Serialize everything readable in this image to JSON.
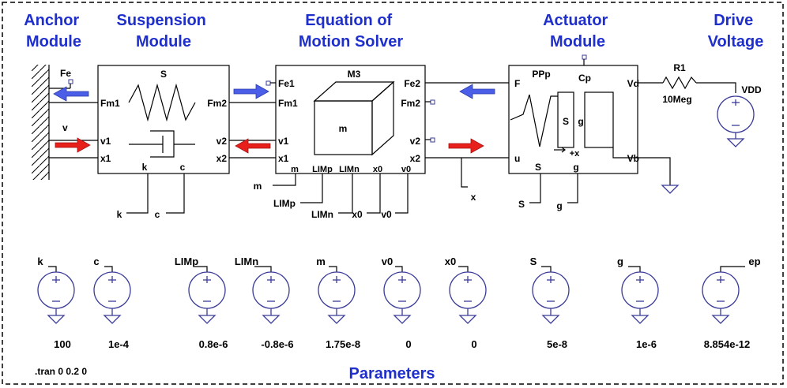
{
  "sections": {
    "anchor": [
      "Anchor",
      "Module"
    ],
    "suspension": [
      "Suspension",
      "Module"
    ],
    "eom": [
      "Equation of",
      "Motion Solver"
    ],
    "actuator": [
      "Actuator",
      "Module"
    ],
    "drive": [
      "Drive",
      "Voltage"
    ],
    "parameters": "Parameters"
  },
  "anchor": {
    "fe": "Fe",
    "v": "v"
  },
  "suspension": {
    "name": "S",
    "ports": {
      "fm1": "Fm1",
      "fm2": "Fm2",
      "v1": "v1",
      "v2": "v2",
      "x1": "x1",
      "x2": "x2",
      "k": "k",
      "c": "c"
    },
    "net_k": "k",
    "net_c": "c"
  },
  "solver": {
    "name": "M3",
    "mass": "m",
    "ports": {
      "fe1": "Fe1",
      "fm1": "Fm1",
      "v1": "v1",
      "x1": "x1",
      "fe2": "Fe2",
      "fm2": "Fm2",
      "v2": "v2",
      "x2": "x2",
      "m": "m",
      "limp": "LIMp",
      "limn": "LIMn",
      "x0": "x0",
      "v0": "v0"
    },
    "nets": {
      "m": "m",
      "limp": "LIMp",
      "limn": "LIMn",
      "x0": "x0",
      "v0": "v0",
      "x": "x"
    }
  },
  "actuator": {
    "name": "PPp",
    "ports": {
      "f": "F",
      "u": "u",
      "cp": "Cp",
      "vd": "Vd",
      "vb": "Vb",
      "s": "S",
      "g": "g",
      "s_inner": "S",
      "g_inner": "g",
      "plus_x": "+x"
    },
    "net_s": "S",
    "net_g": "g"
  },
  "drive": {
    "resistor": "R1",
    "resistor_value": "10Meg",
    "source": "VDD"
  },
  "parameters": [
    {
      "name": "k",
      "value": "100"
    },
    {
      "name": "c",
      "value": "1e-4"
    },
    {
      "name": "LIMp",
      "value": "0.8e-6"
    },
    {
      "name": "LIMn",
      "value": "-0.8e-6"
    },
    {
      "name": "m",
      "value": "1.75e-8"
    },
    {
      "name": "v0",
      "value": "0"
    },
    {
      "name": "x0",
      "value": "0"
    },
    {
      "name": "S",
      "value": "5e-8"
    },
    {
      "name": "g",
      "value": "1e-6"
    },
    {
      "name": "ep",
      "value": "8.854e-12"
    }
  ],
  "directive": ".tran 0 0.2 0",
  "colors": {
    "section_title": "#1f2fcc",
    "force_arrow": "#4b5ee8",
    "motion_arrow": "#e8201c",
    "wire": "#000000",
    "source": "#3b3b99"
  }
}
